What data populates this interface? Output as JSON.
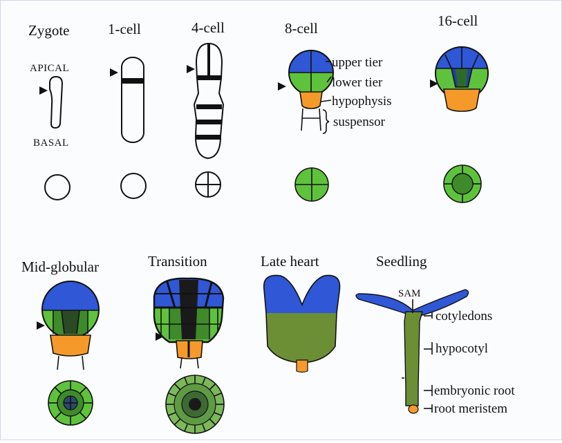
{
  "stages": {
    "zygote": "Zygote",
    "one_cell": "1-cell",
    "four_cell": "4-cell",
    "eight_cell": "8-cell",
    "sixteen_cell": "16-cell",
    "mid_globular": "Mid-globular",
    "transition": "Transition",
    "late_heart": "Late heart",
    "seedling": "Seedling"
  },
  "poles": {
    "apical": "APICAL",
    "basal": "BASAL"
  },
  "eight_cell_labels": {
    "upper_tier": "upper tier",
    "lower_tier": "lower tier",
    "hypophysis": "hypophysis",
    "suspensor": "suspensor"
  },
  "seedling_labels": {
    "sam": "SAM",
    "cotyledons": "cotyledons",
    "hypocotyl": "hypocotyl",
    "embryonic_root": "embryonic root",
    "root_meristem": "root meristem"
  },
  "colors": {
    "blue": "#2f57d6",
    "green_light": "#5fc23c",
    "green_dark": "#3f8a2a",
    "olive": "#6c8e35",
    "orange": "#f59a2a",
    "outline": "#111111"
  }
}
